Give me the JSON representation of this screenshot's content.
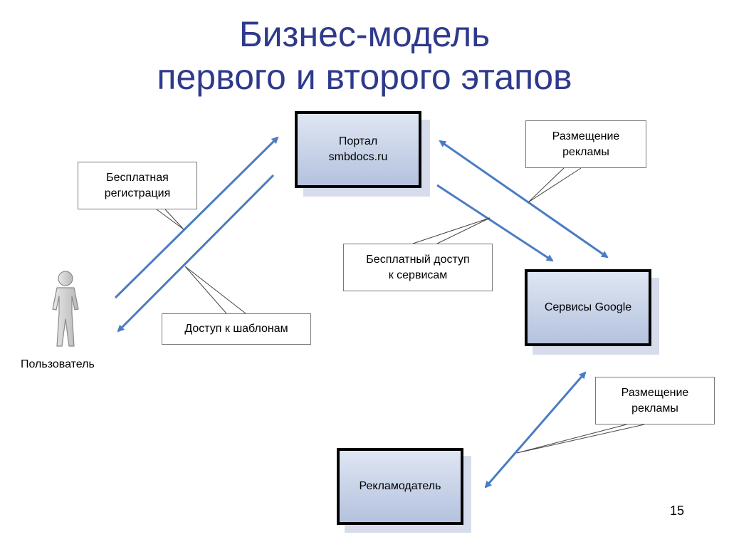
{
  "title": {
    "line1": "Бизнес-модель",
    "line2": "первого и второго этапов"
  },
  "nodes": {
    "portal": {
      "line1": "Портал",
      "line2": "smbdocs.ru"
    },
    "google": {
      "label": "Сервисы Google"
    },
    "advertiser": {
      "label": "Рекламодатель"
    },
    "user": {
      "label": "Пользователь",
      "icon": "person-icon"
    }
  },
  "callouts": {
    "free_registration": {
      "line1": "Бесплатная",
      "line2": "регистрация"
    },
    "template_access": {
      "label": "Доступ к шаблонам"
    },
    "free_services": {
      "line1": "Бесплатный доступ",
      "line2": "к сервисам"
    },
    "ads_top": {
      "line1": "Размещение",
      "line2": "рекламы"
    },
    "ads_bottom": {
      "line1": "Размещение",
      "line2": "рекламы"
    }
  },
  "page_number": "15",
  "colors": {
    "title": "#2e3a8c",
    "arrow": "#4a7cc4",
    "box_border": "#000000"
  }
}
